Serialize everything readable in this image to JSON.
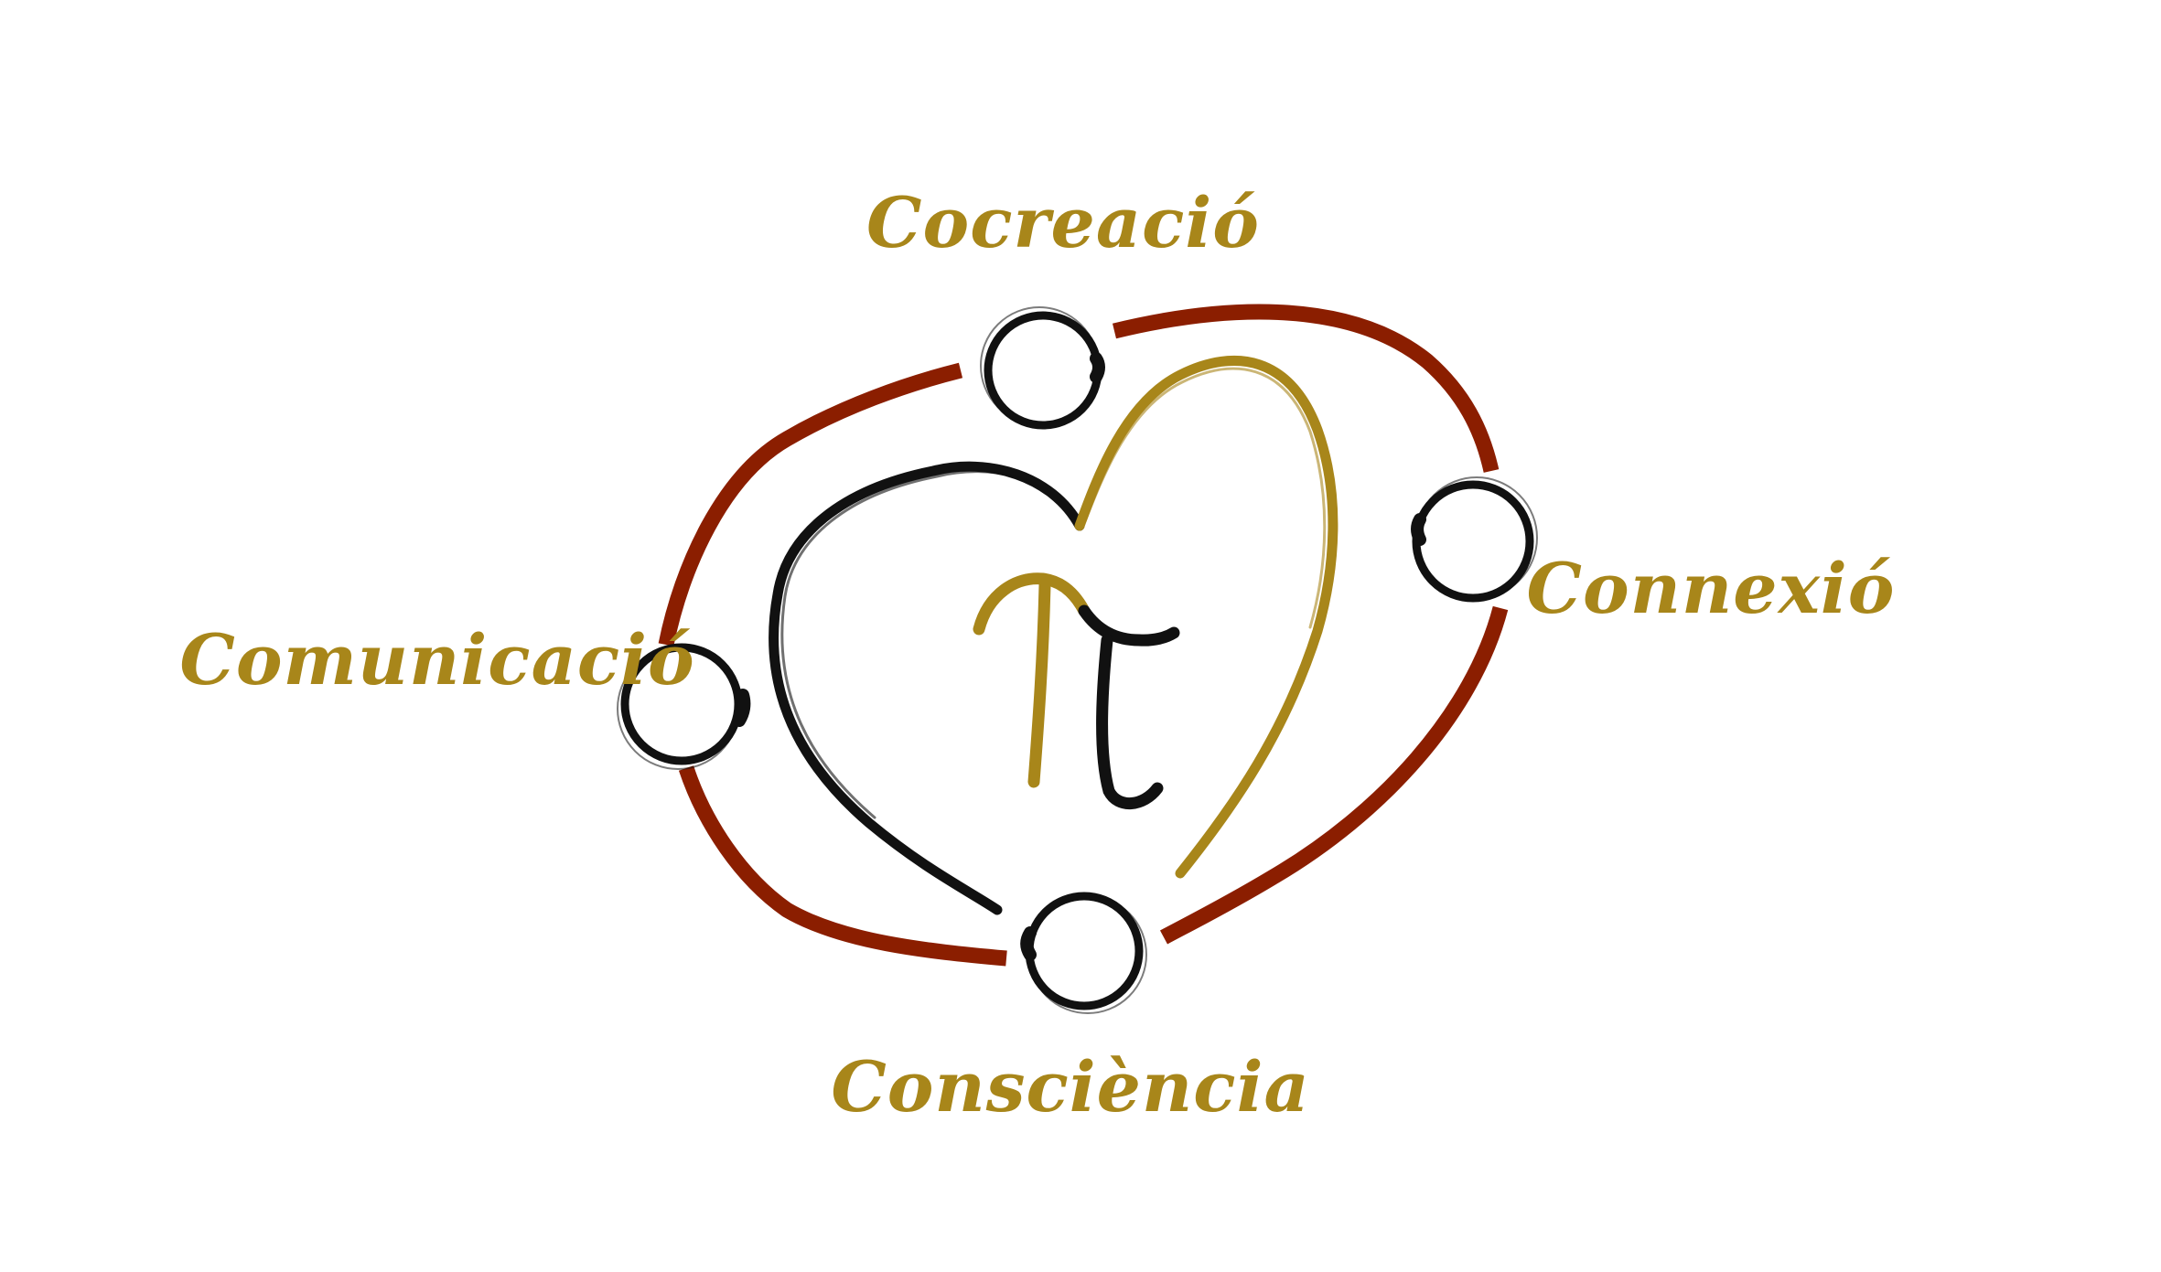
{
  "labels": {
    "top": "Cocreació",
    "right": "Connexió",
    "left": "Comunicació",
    "bottom": "Consciència"
  },
  "center_symbol": "π",
  "colors": {
    "gold": "#a8861a",
    "red": "#8b1e00",
    "black": "#111111",
    "background": "#ffffff"
  }
}
